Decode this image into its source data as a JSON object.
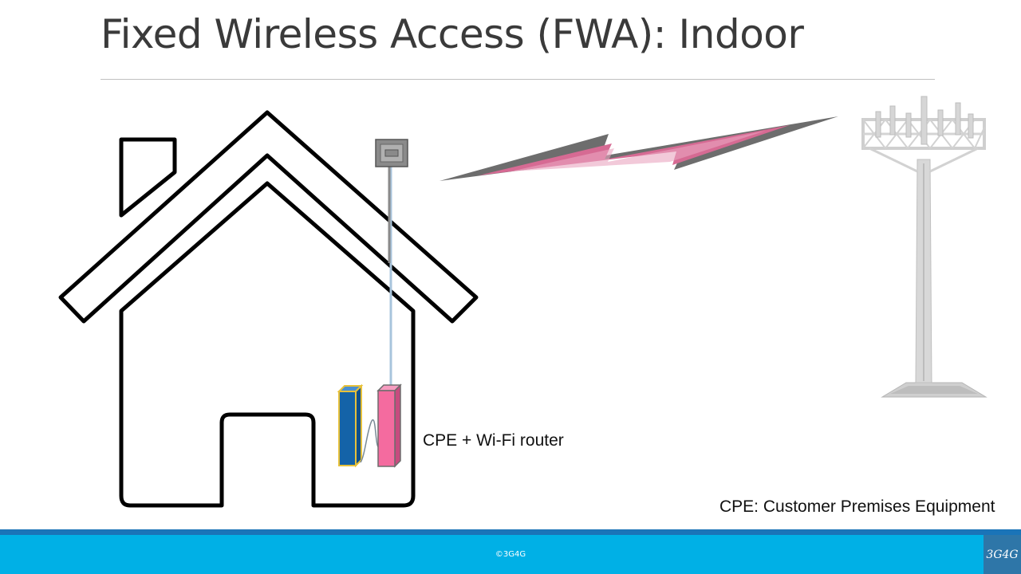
{
  "slide": {
    "title": "Fixed Wireless Access (FWA): Indoor"
  },
  "diagram": {
    "cpe_label": "CPE + Wi-Fi router",
    "note": "CPE: Customer Premises Equipment",
    "colors": {
      "signal_fill": "#d66a93",
      "signal_outline": "#6d6d6d",
      "router_blue": "#1463a8",
      "router_blue_edge": "#e7c13a",
      "cpe_pink": "#f46b9f",
      "antenna_box": "#8a8a8a",
      "cable": "#a8c4dc",
      "tower": "#c9c9c9"
    },
    "icons": [
      "house-icon",
      "rooftop-antenna-icon",
      "wifi-router-icon",
      "cpe-device-icon",
      "lightning-signal-icon",
      "cell-tower-icon"
    ]
  },
  "footer": {
    "copyright": "©3G4G",
    "logo": "3G4G",
    "bar_color": "#00b0e6",
    "accent_color": "#1a74b8"
  }
}
